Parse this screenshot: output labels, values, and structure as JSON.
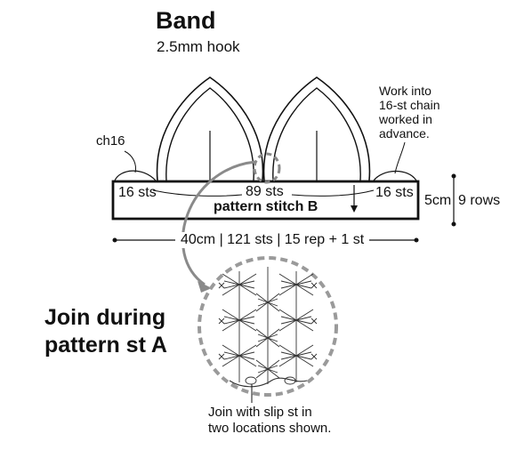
{
  "title": "Band",
  "subtitle": "2.5mm hook",
  "chain_label": "ch16",
  "note_lines": [
    "Work into",
    "16-st chain",
    "worked in",
    "advance."
  ],
  "band": {
    "left_sts": "16 sts",
    "center_sts": "89 sts",
    "right_sts": "16 sts",
    "pattern": "pattern stitch B",
    "height_cm": "5cm",
    "height_rows": "9 rows",
    "width": "40cm | 121 sts | 15 rep + 1 st"
  },
  "join": {
    "title_lines": [
      "Join during",
      "pattern st A"
    ],
    "note_lines": [
      "Join with slip st in",
      "two locations shown."
    ]
  },
  "colors": {
    "line": "#111111",
    "accent_gray": "#8a8a8a",
    "dashed_circle": "#999999"
  }
}
